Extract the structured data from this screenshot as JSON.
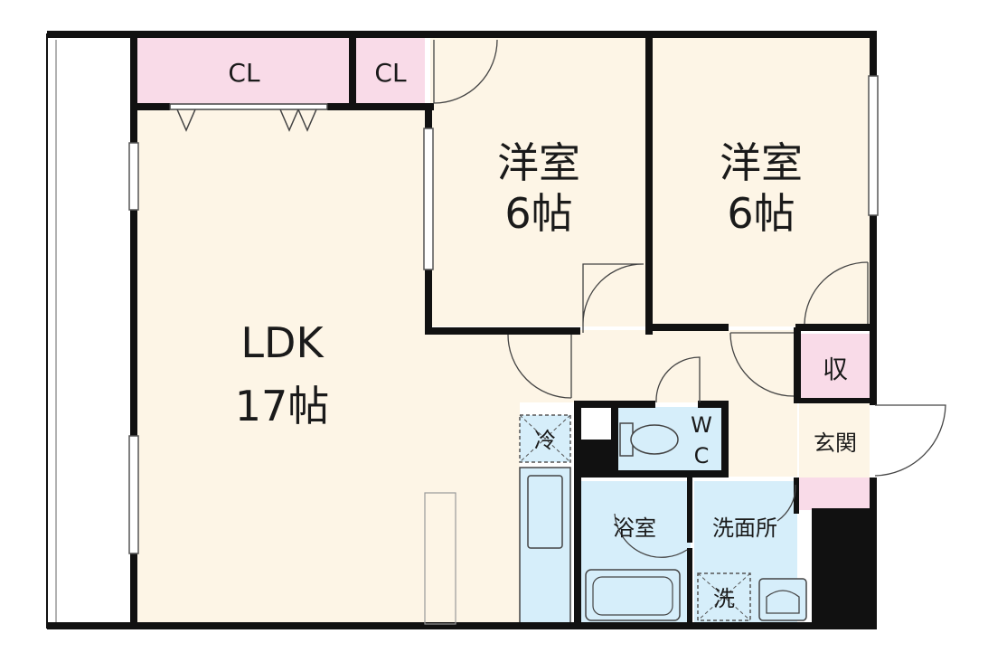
{
  "rooms": {
    "ldk": {
      "name": "LDK",
      "size": "17帖"
    },
    "western_1": {
      "name": "洋室",
      "size": "6帖"
    },
    "western_2": {
      "name": "洋室",
      "size": "6帖"
    },
    "closet_1": "CL",
    "closet_2": "CL",
    "storage": "収",
    "entrance": "玄関",
    "toilet": {
      "w": "W",
      "c": "C"
    },
    "bathroom": "浴室",
    "washroom": "洗面所",
    "fridge": "冷",
    "washer": "洗"
  },
  "colors": {
    "room_fill": "#fdf5e6",
    "closet_fill": "#f9dbe8",
    "wet_fill": "#d6eefa",
    "wall": "#111111"
  }
}
